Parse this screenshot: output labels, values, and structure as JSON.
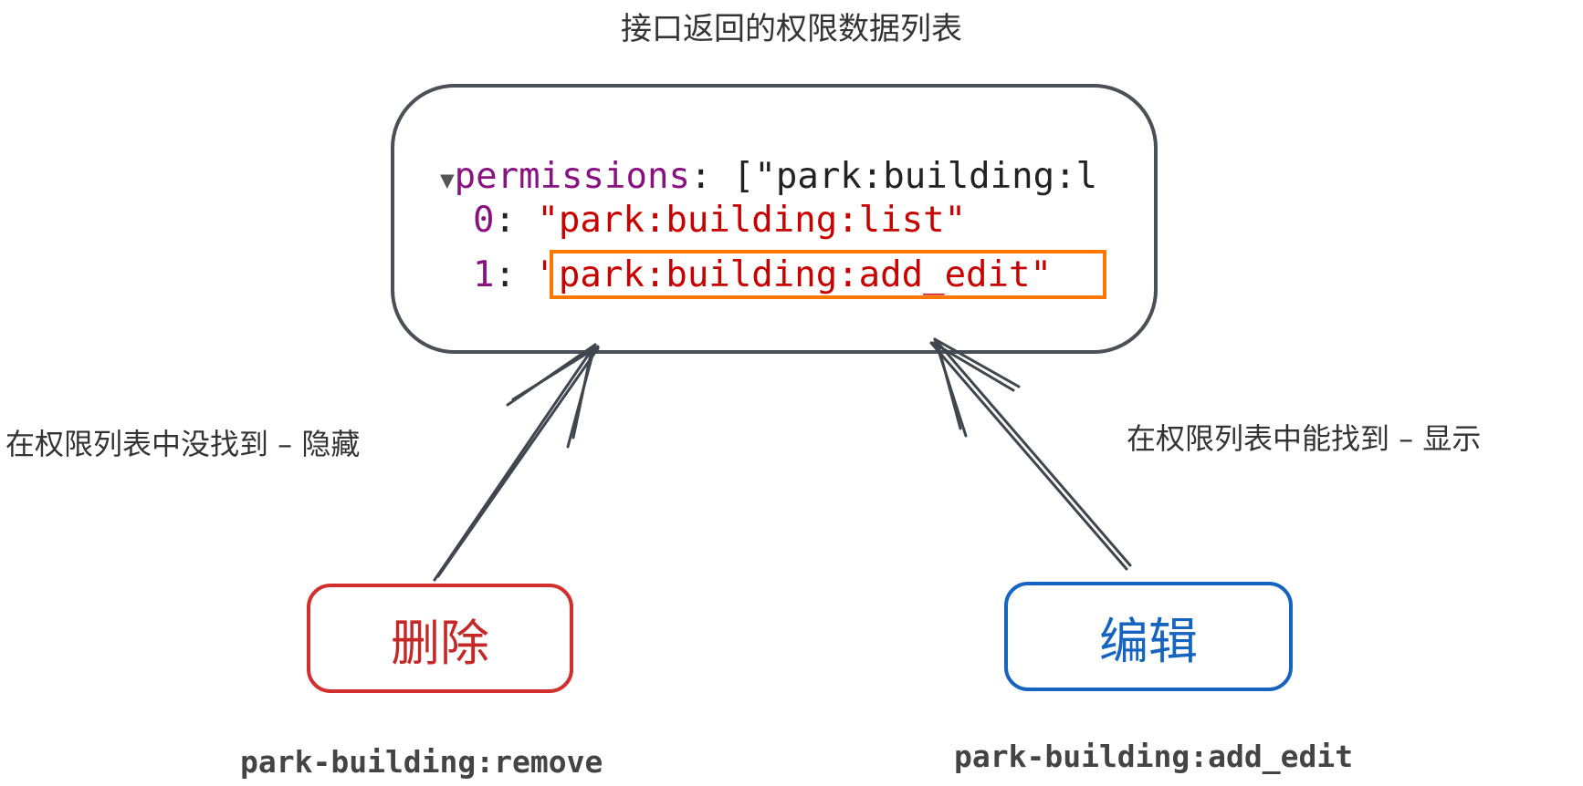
{
  "title": "接口返回的权限数据列表",
  "code": {
    "key": "permissions",
    "preview": " [\"park:building:l",
    "items": [
      {
        "index": "0",
        "value": "\"park:building:list\""
      },
      {
        "index": "1",
        "value": "\"park:building:add_edit\""
      }
    ]
  },
  "left_note": "在权限列表中没找到 – 隐藏",
  "right_note": "在权限列表中能找到 – 显示",
  "buttons": {
    "delete": {
      "label": "删除",
      "permission": "park-building:remove",
      "color": "#c62828"
    },
    "edit": {
      "label": "编辑",
      "permission": "park-building:add_edit",
      "color": "#1565c0"
    }
  },
  "highlight_color": "#ff7700"
}
